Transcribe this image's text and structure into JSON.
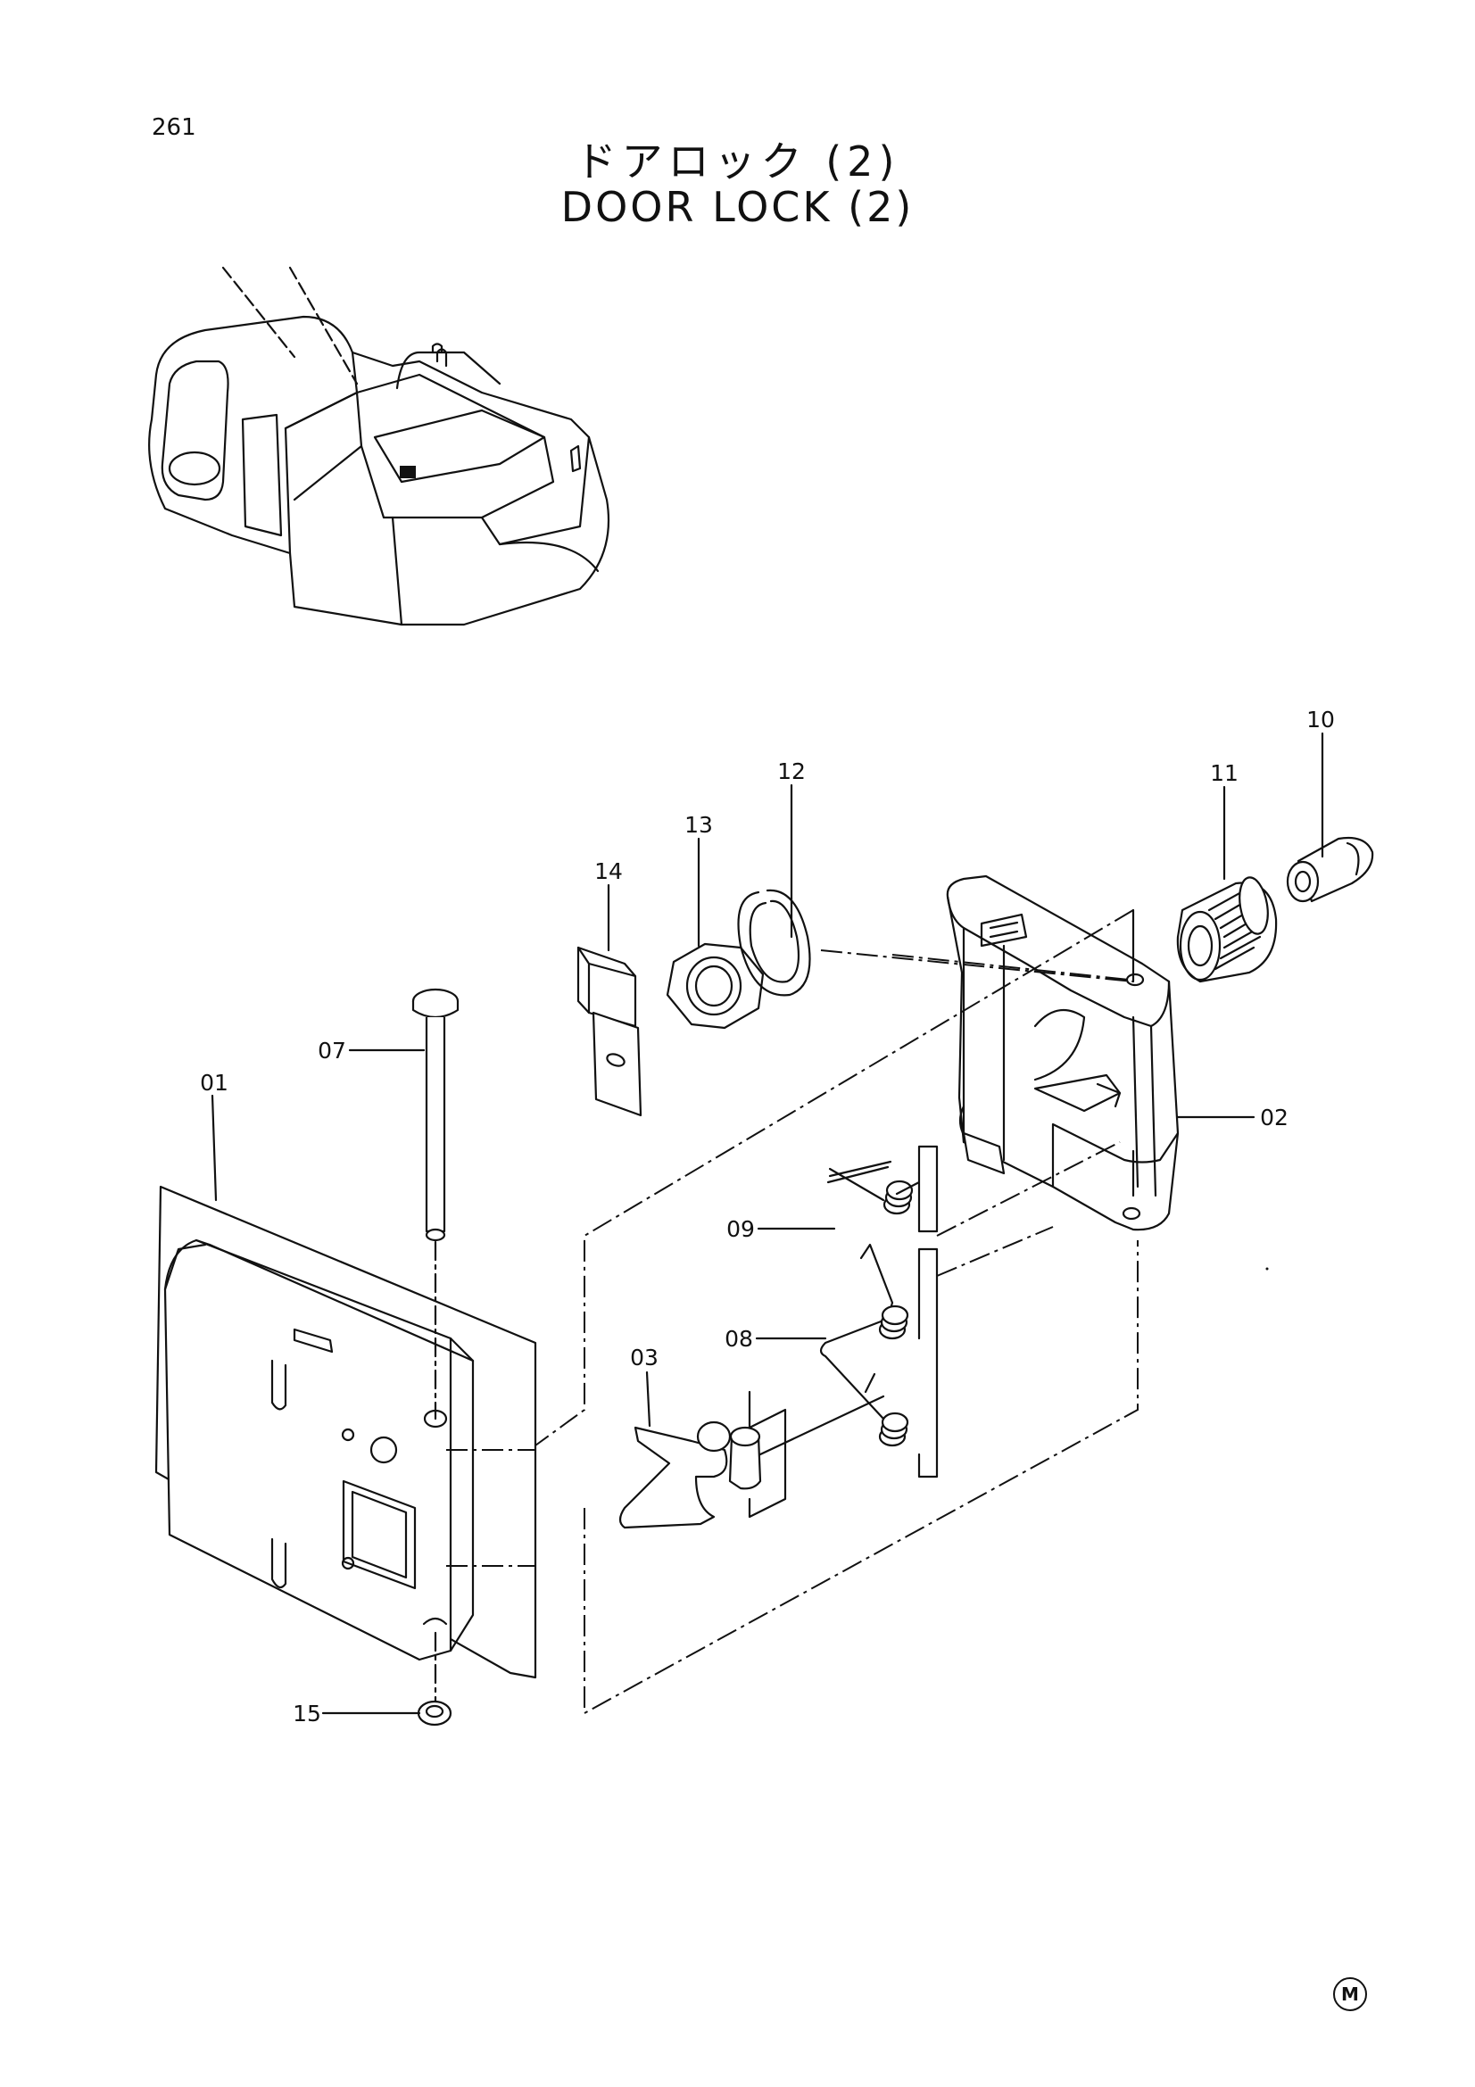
{
  "page": {
    "number": "261"
  },
  "title": {
    "japanese": "ドアロック (2)",
    "english": "DOOR LOCK (2)"
  },
  "parts": [
    {
      "id": "01",
      "label": "01"
    },
    {
      "id": "02",
      "label": "02"
    },
    {
      "id": "03",
      "label": "03"
    },
    {
      "id": "07",
      "label": "07"
    },
    {
      "id": "08",
      "label": "08"
    },
    {
      "id": "09",
      "label": "09"
    },
    {
      "id": "10",
      "label": "10"
    },
    {
      "id": "11",
      "label": "11"
    },
    {
      "id": "12",
      "label": "12"
    },
    {
      "id": "13",
      "label": "13"
    },
    {
      "id": "14",
      "label": "14"
    },
    {
      "id": "15",
      "label": "15"
    }
  ],
  "marker": {
    "symbol": "M"
  }
}
